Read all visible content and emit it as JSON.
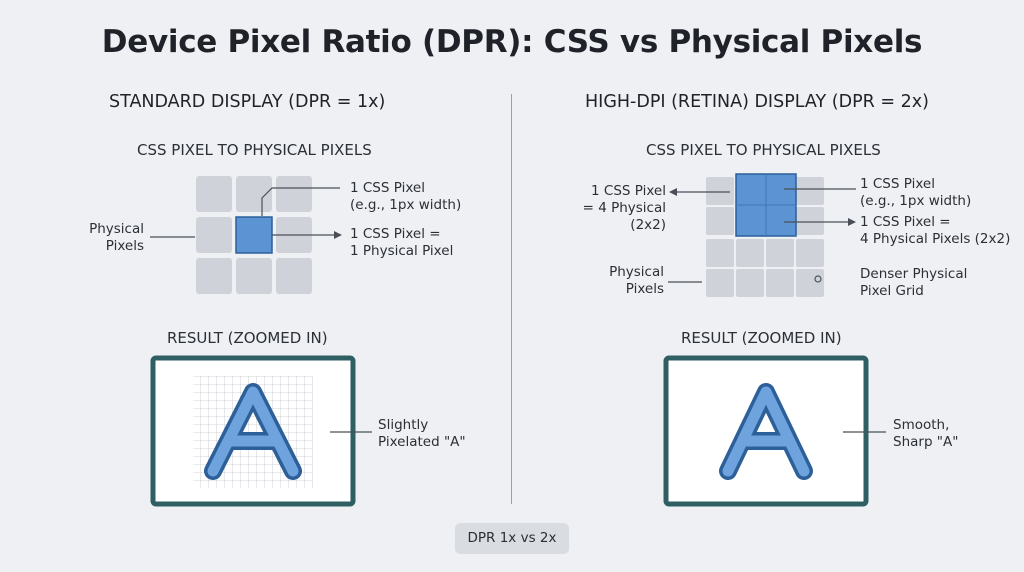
{
  "title": "Device Pixel Ratio (DPR): CSS vs Physical Pixels",
  "left": {
    "heading": "STANDARD DISPLAY (DPR = 1x)",
    "subheading": "CSS PIXEL TO PHYSICAL PIXELS",
    "physical_pixels_label": [
      "Physical",
      "Pixels"
    ],
    "css_pixel_note": [
      "1 CSS Pixel",
      "(e.g., 1px width)"
    ],
    "mapping_note": [
      "1 CSS Pixel =",
      "1 Physical Pixel"
    ],
    "result_heading": "RESULT (ZOOMED IN)",
    "result_note": [
      "Slightly",
      "Pixelated \"A\""
    ],
    "letter": "A"
  },
  "right": {
    "heading": "HIGH-DPI (RETINA) DISPLAY (DPR = 2x)",
    "subheading": "CSS PIXEL TO PHYSICAL PIXELS",
    "css_equals_note": [
      "1 CSS Pixel",
      "= 4 Physical",
      "(2x2)"
    ],
    "css_pixel_note": [
      "1 CSS Pixel",
      "(e.g., 1px width)"
    ],
    "mapping_note": [
      "1 CSS Pixel =",
      "4 Physical Pixels (2x2)"
    ],
    "physical_pixels_label": [
      "Physical",
      "Pixels"
    ],
    "denser_note": [
      "Denser Physical",
      "Pixel Grid"
    ],
    "result_heading": "RESULT (ZOOMED IN)",
    "result_note": [
      "Smooth,",
      "Sharp \"A\""
    ],
    "letter": "A"
  },
  "footer_pill": "DPR 1x vs 2x",
  "colors": {
    "grid_cell": "#cfd3d9",
    "css_pixel_blue": "#5b93d3",
    "css_pixel_stroke": "#2d5f99",
    "frame": "#2f5f63",
    "line": "#4a4f57"
  }
}
